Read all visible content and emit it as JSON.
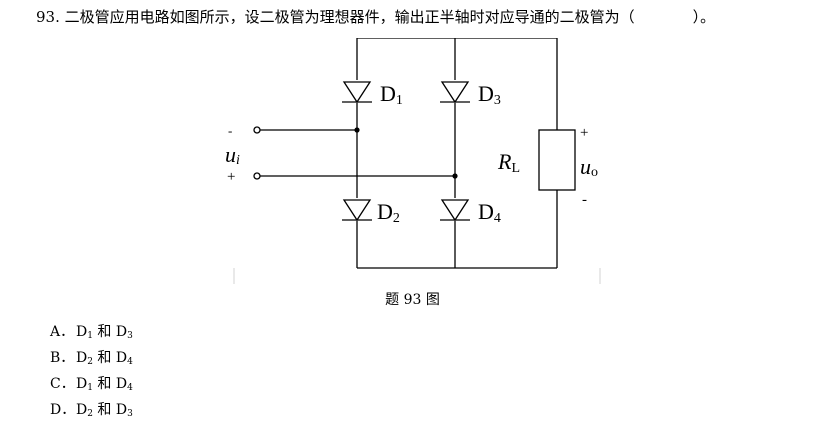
{
  "question": {
    "number": "93.",
    "text": "二极管应用电路如图所示，设二极管为理想器件，输出正半轴时对应导通的二极管为（",
    "close": "）。"
  },
  "figure": {
    "caption": "题 93 图",
    "diodes": [
      {
        "label": "D",
        "sub": "1"
      },
      {
        "label": "D",
        "sub": "3"
      },
      {
        "label": "D",
        "sub": "2"
      },
      {
        "label": "D",
        "sub": "4"
      }
    ],
    "input": {
      "label": "u",
      "sub": "i",
      "top_sign": "-",
      "bottom_sign": "+"
    },
    "resistor": {
      "label": "R",
      "sub": "L"
    },
    "output": {
      "label": "u",
      "sub": "o",
      "top_sign": "+",
      "bottom_sign": "-"
    }
  },
  "options": [
    {
      "letter": "A．",
      "a": "D",
      "a_sub": "1",
      "and": "和",
      "b": "D",
      "b_sub": "3"
    },
    {
      "letter": "B．",
      "a": "D",
      "a_sub": "2",
      "and": "和",
      "b": "D",
      "b_sub": "4"
    },
    {
      "letter": "C．",
      "a": "D",
      "a_sub": "1",
      "and": "和",
      "b": "D",
      "b_sub": "4"
    },
    {
      "letter": "D．",
      "a": "D",
      "a_sub": "2",
      "and": "和",
      "b": "D",
      "b_sub": "3"
    }
  ]
}
